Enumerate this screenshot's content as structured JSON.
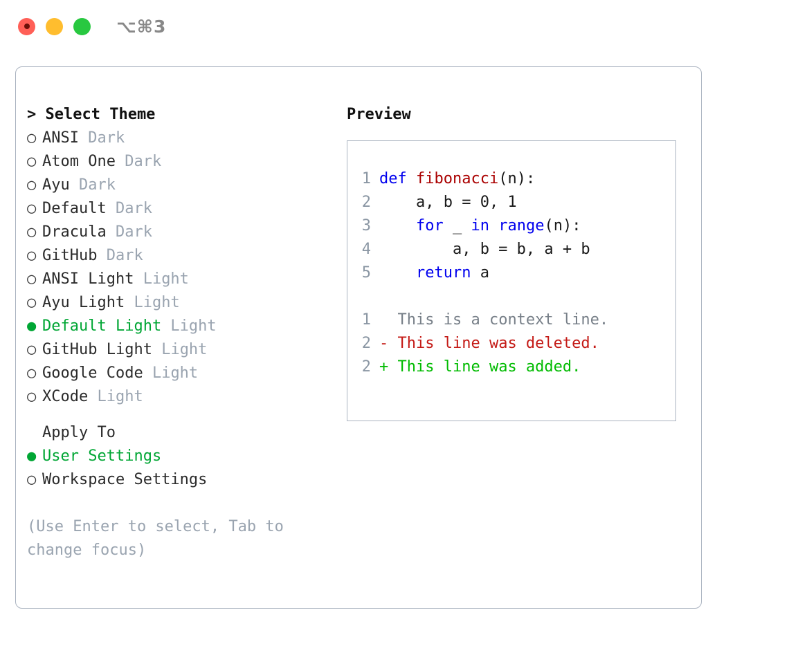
{
  "window": {
    "traffic_lights": [
      "close-red",
      "minimize-yellow",
      "maximize-green"
    ],
    "shortcut_label": "⌥⌘3",
    "colors": {
      "red": "#ff5f57",
      "yellow": "#ffbd2e",
      "green": "#28c840",
      "panel_border": "#a9b2bf",
      "accent_green": "#00a634",
      "muted": "#9aa4b0"
    }
  },
  "theme_picker": {
    "header": "> Select Theme",
    "bullet_selected": "●",
    "bullet_unselected": "○",
    "items": [
      {
        "name": "ANSI",
        "tag": "Dark",
        "selected": false
      },
      {
        "name": "Atom One",
        "tag": "Dark",
        "selected": false
      },
      {
        "name": "Ayu",
        "tag": "Dark",
        "selected": false
      },
      {
        "name": "Default",
        "tag": "Dark",
        "selected": false
      },
      {
        "name": "Dracula",
        "tag": "Dark",
        "selected": false
      },
      {
        "name": "GitHub",
        "tag": "Dark",
        "selected": false
      },
      {
        "name": "ANSI Light",
        "tag": "Light",
        "selected": false
      },
      {
        "name": "Ayu Light",
        "tag": "Light",
        "selected": false
      },
      {
        "name": "Default Light",
        "tag": "Light",
        "selected": true
      },
      {
        "name": "GitHub Light",
        "tag": "Light",
        "selected": false
      },
      {
        "name": "Google Code",
        "tag": "Light",
        "selected": false
      },
      {
        "name": "XCode",
        "tag": "Light",
        "selected": false
      }
    ]
  },
  "apply_to": {
    "title": "Apply To",
    "options": [
      {
        "name": "User Settings",
        "selected": true
      },
      {
        "name": "Workspace Settings",
        "selected": false
      }
    ]
  },
  "hint": {
    "line1": "(Use Enter to select, Tab to",
    "line2": "change focus)"
  },
  "preview": {
    "title": "Preview",
    "code": [
      {
        "num": "1",
        "tokens": [
          {
            "t": "def ",
            "c": "kw"
          },
          {
            "t": "fibonacci",
            "c": "fn"
          },
          {
            "t": "(n):",
            "c": "plain"
          }
        ]
      },
      {
        "num": "2",
        "tokens": [
          {
            "t": "    a, b = 0, 1",
            "c": "plain"
          }
        ]
      },
      {
        "num": "3",
        "tokens": [
          {
            "t": "    ",
            "c": "plain"
          },
          {
            "t": "for",
            "c": "kw"
          },
          {
            "t": " _ ",
            "c": "plain"
          },
          {
            "t": "in",
            "c": "kw"
          },
          {
            "t": " ",
            "c": "plain"
          },
          {
            "t": "range",
            "c": "kw"
          },
          {
            "t": "(n):",
            "c": "plain"
          }
        ]
      },
      {
        "num": "4",
        "tokens": [
          {
            "t": "        a, b = b, a + b",
            "c": "plain"
          }
        ]
      },
      {
        "num": "5",
        "tokens": [
          {
            "t": "    ",
            "c": "plain"
          },
          {
            "t": "return",
            "c": "kw"
          },
          {
            "t": " a",
            "c": "plain"
          }
        ]
      }
    ],
    "diff": [
      {
        "num": "1",
        "marker": "  ",
        "text": "This is a context line.",
        "kind": "diff-ctx"
      },
      {
        "num": "2",
        "marker": "- ",
        "text": "This line was deleted.",
        "kind": "diff-del"
      },
      {
        "num": "2",
        "marker": "+ ",
        "text": "This line was added.",
        "kind": "diff-add"
      }
    ]
  }
}
